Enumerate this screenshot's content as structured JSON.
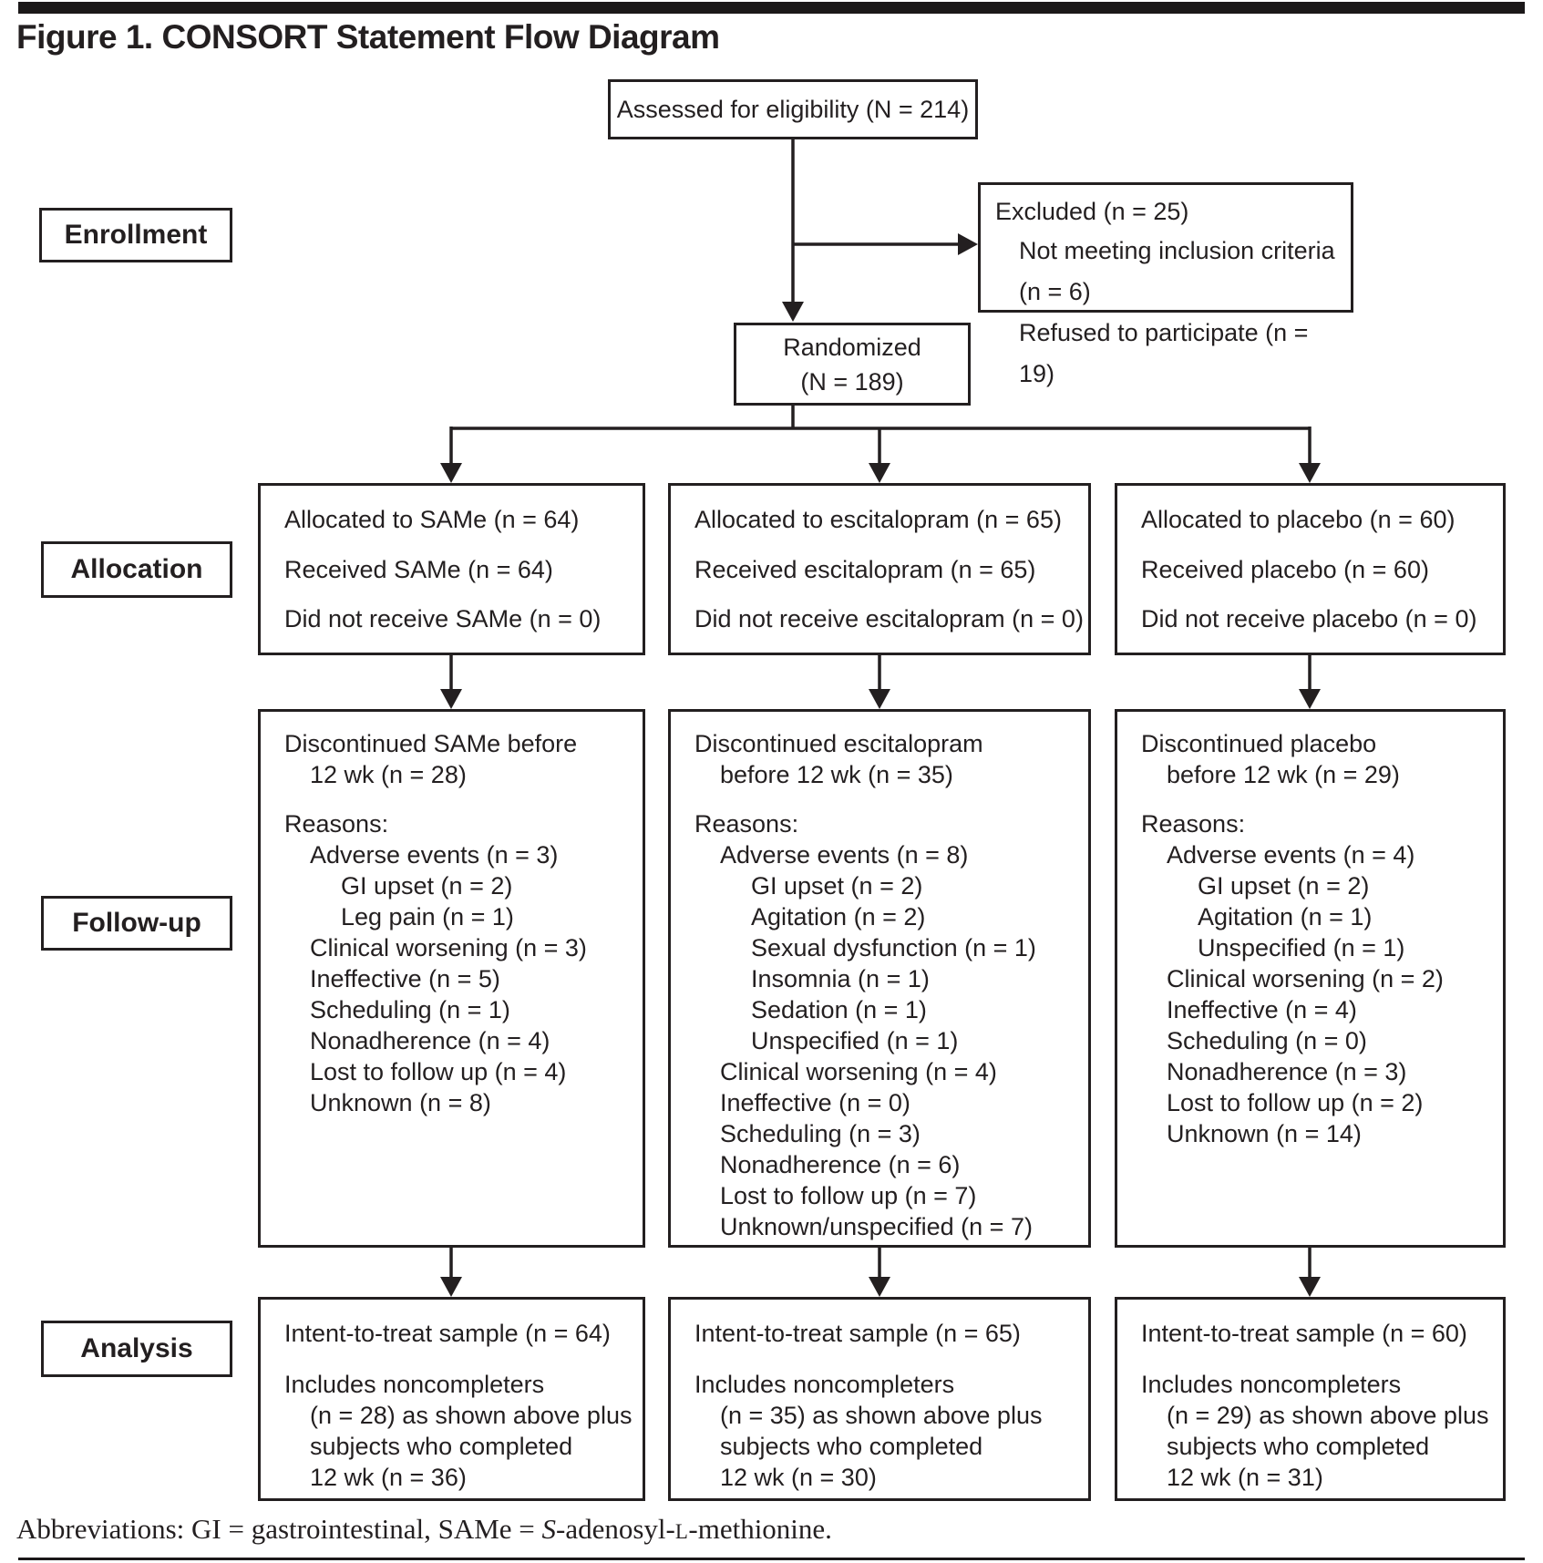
{
  "figure_title": "Figure 1. CONSORT Statement Flow Diagram",
  "stage_labels": {
    "enrollment": "Enrollment",
    "allocation": "Allocation",
    "followup": "Follow-up",
    "analysis": "Analysis"
  },
  "top": {
    "assessed": "Assessed for eligibility (N = 214)",
    "excluded_header": "Excluded (n = 25)",
    "excluded_reasons": [
      "Not meeting inclusion criteria (n = 6)",
      "Refused to participate (n = 19)"
    ],
    "randomized_line1": "Randomized",
    "randomized_line2": "(N = 189)"
  },
  "arms": [
    {
      "id": "same",
      "allocation_lines": [
        "Allocated to SAMe (n = 64)",
        "Received SAMe (n = 64)",
        "Did not receive SAMe (n = 0)"
      ],
      "followup_title_1": "Discontinued SAMe before",
      "followup_title_2": "12 wk (n = 28)",
      "reasons_label": "Reasons:",
      "reasons": [
        "Adverse events (n = 3)",
        "GI upset (n = 2)",
        "Leg pain (n = 1)",
        "Clinical worsening (n = 3)",
        "Ineffective (n = 5)",
        "Scheduling (n = 1)",
        "Nonadherence (n = 4)",
        "Lost to follow up (n = 4)",
        "Unknown (n = 8)"
      ],
      "analysis_line1": "Intent-to-treat sample (n = 64)",
      "analysis_para2": [
        "Includes noncompleters",
        "(n = 28) as shown above plus",
        "subjects who completed",
        "12 wk (n = 36)"
      ]
    },
    {
      "id": "escitalopram",
      "allocation_lines": [
        "Allocated to escitalopram (n = 65)",
        "Received escitalopram (n = 65)",
        "Did not receive escitalopram (n = 0)"
      ],
      "followup_title_1": "Discontinued escitalopram",
      "followup_title_2": "before 12 wk (n = 35)",
      "reasons_label": "Reasons:",
      "reasons": [
        "Adverse events (n = 8)",
        "GI upset (n = 2)",
        "Agitation (n = 2)",
        "Sexual dysfunction (n = 1)",
        "Insomnia (n = 1)",
        "Sedation (n = 1)",
        "Unspecified (n = 1)",
        "Clinical worsening (n = 4)",
        "Ineffective (n = 0)",
        "Scheduling (n = 3)",
        "Nonadherence (n = 6)",
        "Lost to follow up (n = 7)",
        "Unknown/unspecified (n = 7)"
      ],
      "analysis_line1": "Intent-to-treat sample (n = 65)",
      "analysis_para2": [
        "Includes noncompleters",
        "(n = 35) as shown above plus",
        "subjects who completed",
        "12 wk (n = 30)"
      ]
    },
    {
      "id": "placebo",
      "allocation_lines": [
        "Allocated to placebo (n = 60)",
        "Received placebo (n = 60)",
        "Did not receive placebo (n = 0)"
      ],
      "followup_title_1": "Discontinued placebo",
      "followup_title_2": "before 12 wk (n = 29)",
      "reasons_label": "Reasons:",
      "reasons": [
        "Adverse events (n = 4)",
        "GI upset (n = 2)",
        "Agitation (n = 1)",
        "Unspecified (n = 1)",
        "Clinical worsening (n = 2)",
        "Ineffective (n = 4)",
        "Scheduling (n = 0)",
        "Nonadherence (n = 3)",
        "Lost to follow up (n = 2)",
        "Unknown (n = 14)"
      ],
      "analysis_line1": "Intent-to-treat sample (n = 60)",
      "analysis_para2": [
        "Includes noncompleters",
        "(n = 29) as shown above plus",
        "subjects who completed",
        "12 wk (n = 31)"
      ]
    }
  ],
  "abbreviations": {
    "prefix": "Abbreviations: GI = gastrointestinal, SAMe = ",
    "s_italic": "S",
    "mid": "-adenosyl-",
    "l_smallcap": "L",
    "suffix": "-methionine."
  }
}
